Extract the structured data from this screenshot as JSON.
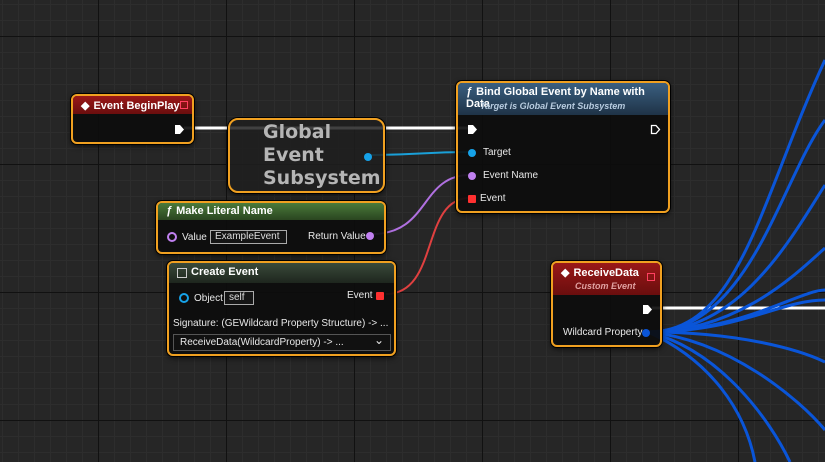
{
  "nodes": {
    "event_begin_play": {
      "title": "Event BeginPlay"
    },
    "global_event_subsystem": {
      "title": [
        "Global",
        "Event",
        "Subsystem"
      ]
    },
    "bind_global_event": {
      "title": "Bind Global Event by Name with Data",
      "subtitle": "Target is Global Event Subsystem",
      "pins": {
        "target": "Target",
        "event_name": "Event Name",
        "event": "Event"
      }
    },
    "make_literal_name": {
      "title": "Make Literal Name",
      "value_label": "Value",
      "value_text": "ExampleEvent",
      "return_label": "Return Value"
    },
    "create_event": {
      "title": "Create Event",
      "object_label": "Object",
      "object_value": "self",
      "event_label": "Event",
      "signature": "Signature: (GEWildcard Property Structure) -> ...",
      "function_select": "ReceiveData(WildcardProperty) -> ..."
    },
    "receive_data": {
      "title": "ReceiveData",
      "subtitle": "Custom Event",
      "pin_label": "Wildcard Property"
    }
  },
  "icons": {
    "function": "ƒ",
    "event": "◆",
    "chevron": "⌄"
  },
  "colors": {
    "selection_border": "#f0a020",
    "event_header": "#8a1515",
    "function_header": "#27425a",
    "pure_header": "#3a5e2a",
    "object_pin": "#16a2e8",
    "name_pin": "#c080f0",
    "delegate_pin": "#ff3030",
    "wildcard_wire": "#0a55d8",
    "exec_wire": "#ffffff"
  }
}
